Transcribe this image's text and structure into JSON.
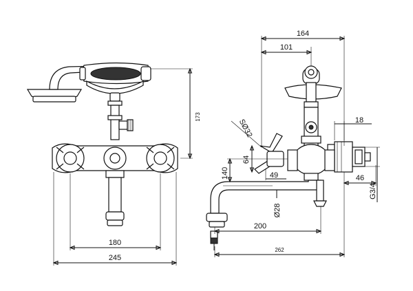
{
  "dimensions": {
    "front_width_outer": "245",
    "front_width_inner": "180",
    "front_height": "173",
    "side_total": "164",
    "side_upper": "101",
    "side_18": "18",
    "side_46": "46",
    "thread": "G3/4",
    "spanner": "SØ32",
    "height_64": "64",
    "depth_49": "49",
    "height_140": "140",
    "pipe_dia": "Ø28",
    "spout_reach": "200",
    "overall_262": "262"
  }
}
